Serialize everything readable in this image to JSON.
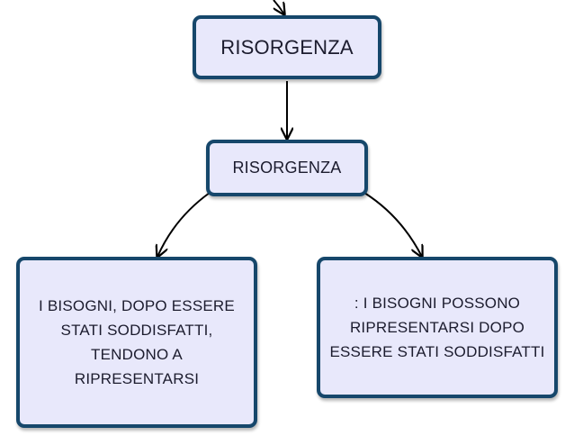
{
  "diagram": {
    "colors": {
      "node_fill": "#e8e8fb",
      "node_border": "#16476b",
      "edge": "#000000"
    },
    "nodes": {
      "top": {
        "label": "RISORGENZA"
      },
      "middle": {
        "label": "RISORGENZA"
      },
      "left": {
        "line1": "I BISOGNI, DOPO ESSERE",
        "line2": "STATI SODDISFATTI,",
        "line3": "TENDONO A",
        "line4": "RIPRESENTARSI"
      },
      "right": {
        "line1": ": I BISOGNI POSSONO",
        "line2": "RIPRESENTARSI DOPO",
        "line3": "ESSERE STATI SODDISFATTI"
      }
    },
    "edges": [
      {
        "from": "offscreen-above",
        "to": "top"
      },
      {
        "from": "top",
        "to": "middle"
      },
      {
        "from": "middle",
        "to": "left"
      },
      {
        "from": "middle",
        "to": "right"
      }
    ]
  }
}
